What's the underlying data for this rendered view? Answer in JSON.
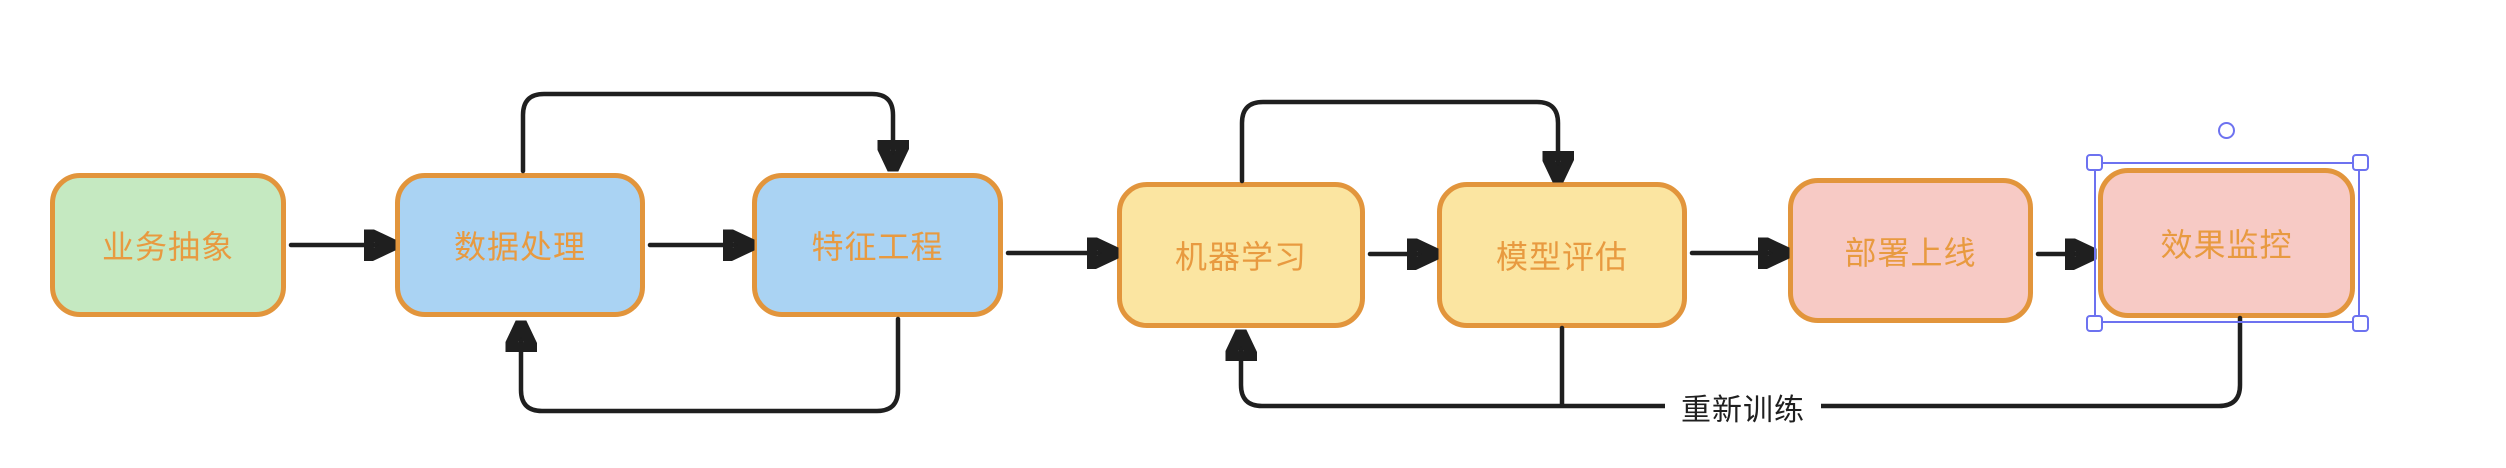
{
  "diagram": {
    "nodes": [
      {
        "id": "business-abstraction",
        "label": "业务抽象",
        "fill": "#c5e9c1"
      },
      {
        "id": "data-processing",
        "label": "数据处理",
        "fill": "#aad3f3"
      },
      {
        "id": "feature-engineering",
        "label": "特征工程",
        "fill": "#aad3f3"
      },
      {
        "id": "machine-learning",
        "label": "机器学习",
        "fill": "#fbe5a1"
      },
      {
        "id": "model-evaluation",
        "label": "模型评估",
        "fill": "#fbe5a1"
      },
      {
        "id": "deploy-online",
        "label": "部署上线",
        "fill": "#f7cac5"
      },
      {
        "id": "effect-monitoring",
        "label": "效果监控",
        "fill": "#f7cac5",
        "selected": true
      }
    ],
    "edges": {
      "retrain_label": "重新训练"
    },
    "colors": {
      "node_border": "#e2953c",
      "node_text": "#e89a40",
      "connector": "#1f1f1f",
      "selection": "#6d72f0"
    }
  }
}
